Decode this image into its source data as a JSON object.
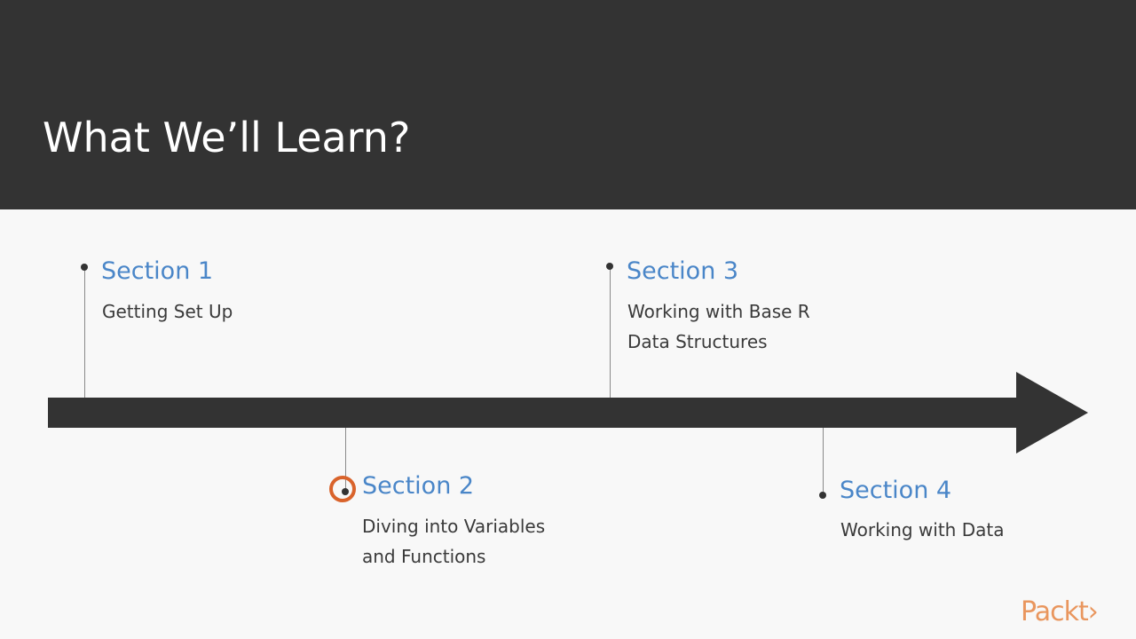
{
  "slide": {
    "title": "What We’ll Learn?"
  },
  "sections": [
    {
      "title": "Section 1",
      "desc_lines": [
        "Getting Set Up"
      ]
    },
    {
      "title": "Section 2",
      "desc_lines": [
        "Diving into Variables",
        "and Functions"
      ]
    },
    {
      "title": "Section 3",
      "desc_lines": [
        "Working with Base R",
        "Data Structures"
      ]
    },
    {
      "title": "Section 4",
      "desc_lines": [
        "Working with Data"
      ]
    }
  ],
  "brand": {
    "logo_text": "Packt",
    "logo_symbol": "›",
    "color": "#e9965e"
  },
  "colors": {
    "header": "#333333",
    "accent": "#4a86c8",
    "cursor": "#d9632b"
  }
}
